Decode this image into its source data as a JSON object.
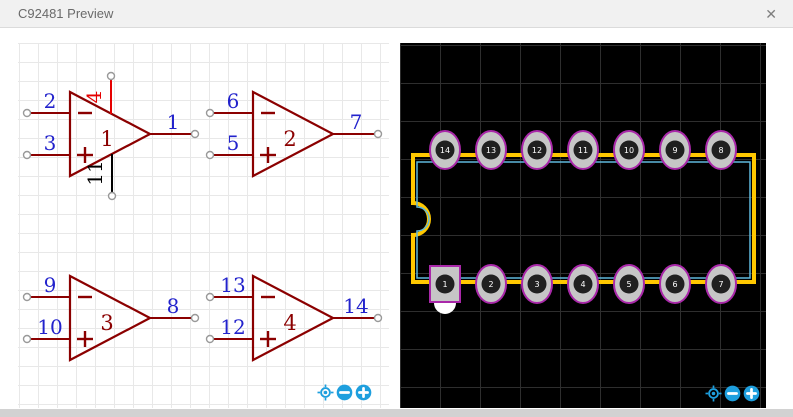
{
  "dialog": {
    "title": "C92481 Preview",
    "close_glyph": "✕"
  },
  "schematic": {
    "symbol_color": "#8B0000",
    "pin_number_color": "#2222CC",
    "power_wire_color": "#E60000",
    "ground_wire_color": "#000000",
    "pin_endpoint_color": "#999999",
    "minus_glyph": "-",
    "plus_glyph": "+",
    "opamps": [
      {
        "designator": "1",
        "col": 0,
        "row": 0,
        "pins": {
          "inverting": "2",
          "noninverting": "3",
          "output": "1",
          "vcc": "4",
          "gnd": "11"
        }
      },
      {
        "designator": "2",
        "col": 1,
        "row": 0,
        "pins": {
          "inverting": "6",
          "noninverting": "5",
          "output": "7"
        }
      },
      {
        "designator": "3",
        "col": 0,
        "row": 1,
        "pins": {
          "inverting": "9",
          "noninverting": "10",
          "output": "8"
        }
      },
      {
        "designator": "4",
        "col": 1,
        "row": 1,
        "pins": {
          "inverting": "13",
          "noninverting": "12",
          "output": "14"
        }
      }
    ]
  },
  "footprint": {
    "top_row_pads": [
      "14",
      "13",
      "12",
      "11",
      "10",
      "9",
      "8"
    ],
    "bottom_row_pads": [
      "1",
      "2",
      "3",
      "4",
      "5",
      "6",
      "7"
    ],
    "pin1_pad": "1",
    "pad_fill": "#C6C6C6",
    "pad_outline": "#A928A9",
    "hole_color": "#202020",
    "pad_text_color": "#FFFFFF",
    "silkscreen_color": "#FFC800",
    "assembly_color": "#5FB8DC",
    "pin1_marker_color": "#FFFFFF"
  },
  "zoom_controls": {
    "color": "#1E9FDE",
    "icons": [
      "locate-icon",
      "zoom-out-icon",
      "zoom-in-icon"
    ]
  }
}
